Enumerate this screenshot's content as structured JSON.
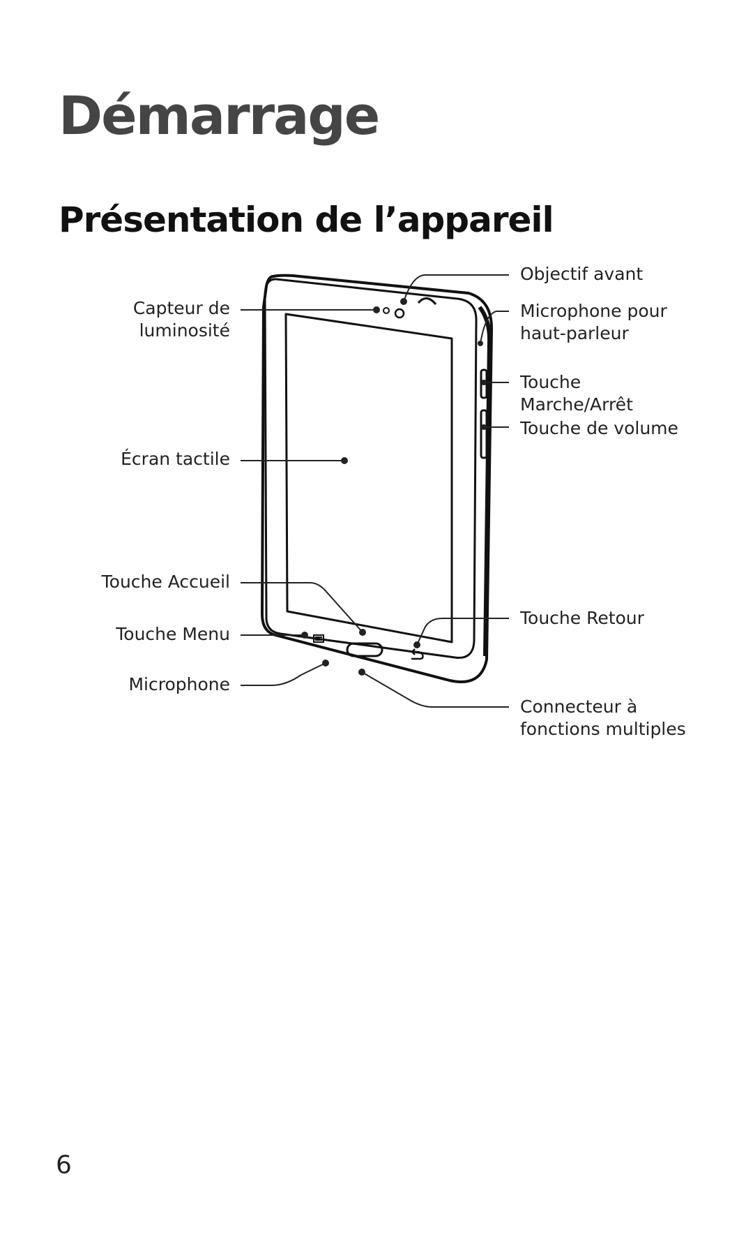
{
  "chapter_title": "Démarrage",
  "section_title": "Présentation de l’appareil",
  "labels": {
    "front_camera": "Objectif avant",
    "light_sensor": [
      "Capteur de",
      "luminosité"
    ],
    "speaker_mic": [
      "Microphone pour",
      "haut-parleur"
    ],
    "power_key": [
      "Touche",
      "Marche/Arrêt"
    ],
    "volume_key": "Touche de volume",
    "touchscreen": "Écran tactile",
    "home_key": "Touche Accueil",
    "menu_key": "Touche Menu",
    "back_key": "Touche Retour",
    "microphone": "Microphone",
    "multipurpose_jack": [
      "Connecteur à",
      "fonctions multiples"
    ]
  },
  "page_number": "6"
}
